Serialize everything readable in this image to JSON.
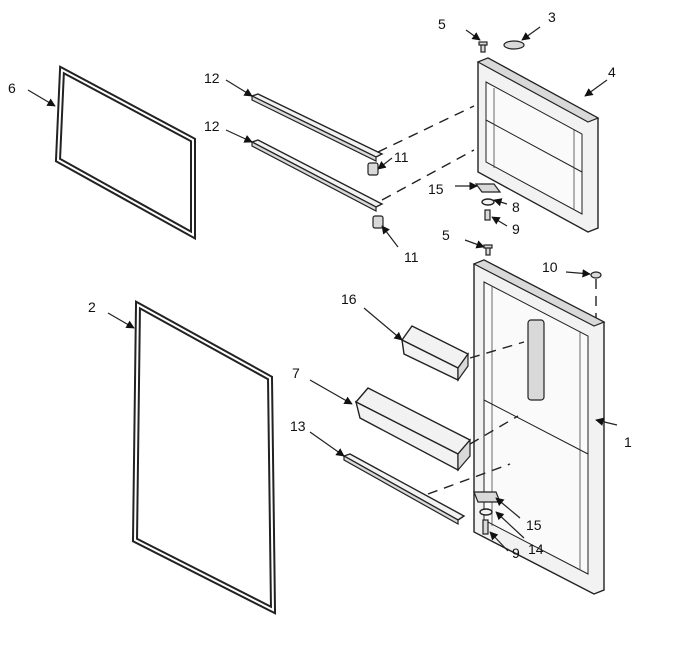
{
  "diagram": {
    "callouts": [
      {
        "id": "c1",
        "text": "1"
      },
      {
        "id": "c2",
        "text": "2"
      },
      {
        "id": "c3",
        "text": "3"
      },
      {
        "id": "c4",
        "text": "4"
      },
      {
        "id": "c5a",
        "text": "5"
      },
      {
        "id": "c5b",
        "text": "5"
      },
      {
        "id": "c6",
        "text": "6"
      },
      {
        "id": "c7",
        "text": "7"
      },
      {
        "id": "c8",
        "text": "8"
      },
      {
        "id": "c9a",
        "text": "9"
      },
      {
        "id": "c9b",
        "text": "9"
      },
      {
        "id": "c10",
        "text": "10"
      },
      {
        "id": "c11a",
        "text": "11"
      },
      {
        "id": "c11b",
        "text": "11"
      },
      {
        "id": "c12a",
        "text": "12"
      },
      {
        "id": "c12b",
        "text": "12"
      },
      {
        "id": "c13",
        "text": "13"
      },
      {
        "id": "c14",
        "text": "14"
      },
      {
        "id": "c15a",
        "text": "15"
      },
      {
        "id": "c15b",
        "text": "15"
      },
      {
        "id": "c16",
        "text": "16"
      }
    ]
  }
}
